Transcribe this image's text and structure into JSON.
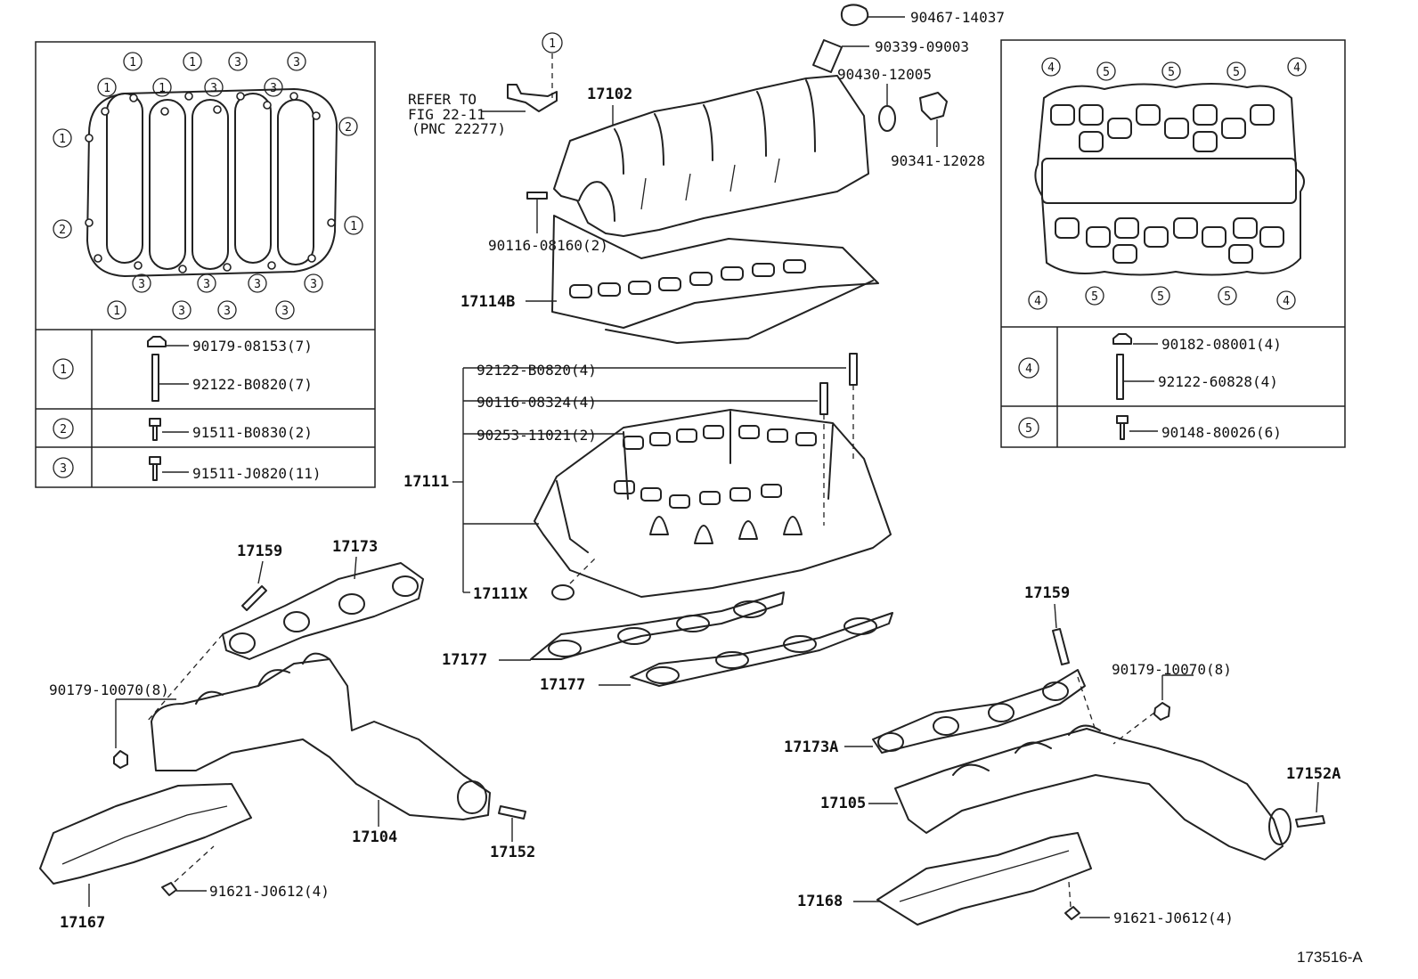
{
  "diagram_ref": "173516-A",
  "callouts": {
    "c_17102": "17102",
    "c_17114b": "17114B",
    "c_17111": "17111",
    "c_17111x": "17111X",
    "c_17159_l": "17159",
    "c_17173": "17173",
    "c_17177_a": "17177",
    "c_17177_b": "17177",
    "c_17104": "17104",
    "c_17152": "17152",
    "c_17167": "17167",
    "c_17159_r": "17159",
    "c_17173a": "17173A",
    "c_17105": "17105",
    "c_17152a": "17152A",
    "c_17168": "17168",
    "p_90467": "90467-14037",
    "p_90339": "90339-09003",
    "p_90430": "90430-12005",
    "p_90341": "90341-12028",
    "p_90116_08160": "90116-08160(2)",
    "p_92122_b0820_4": "92122-B0820(4)",
    "p_90116_08324": "90116-08324(4)",
    "p_90253": "90253-11021(2)",
    "p_90179_l": "90179-10070(8)",
    "p_90179_r": "90179-10070(8)",
    "p_91621_l": "91621-J0612(4)",
    "p_91621_r": "91621-J0612(4)"
  },
  "refer": {
    "line1": "REFER TO",
    "line2": "FIG 22-11",
    "line3": "(PNC 22277)",
    "marker": "1"
  },
  "left_inset": {
    "rows": [
      {
        "key": "1",
        "parts": [
          "90179-08153(7)",
          "92122-B0820(7)"
        ]
      },
      {
        "key": "2",
        "parts": [
          "91511-B0830(2)"
        ]
      },
      {
        "key": "3",
        "parts": [
          "91511-J0820(11)"
        ]
      }
    ]
  },
  "right_inset": {
    "rows": [
      {
        "key": "4",
        "parts": [
          "90182-08001(4)",
          "92122-60828(4)"
        ]
      },
      {
        "key": "5",
        "parts": [
          "90148-80026(6)"
        ]
      }
    ]
  }
}
